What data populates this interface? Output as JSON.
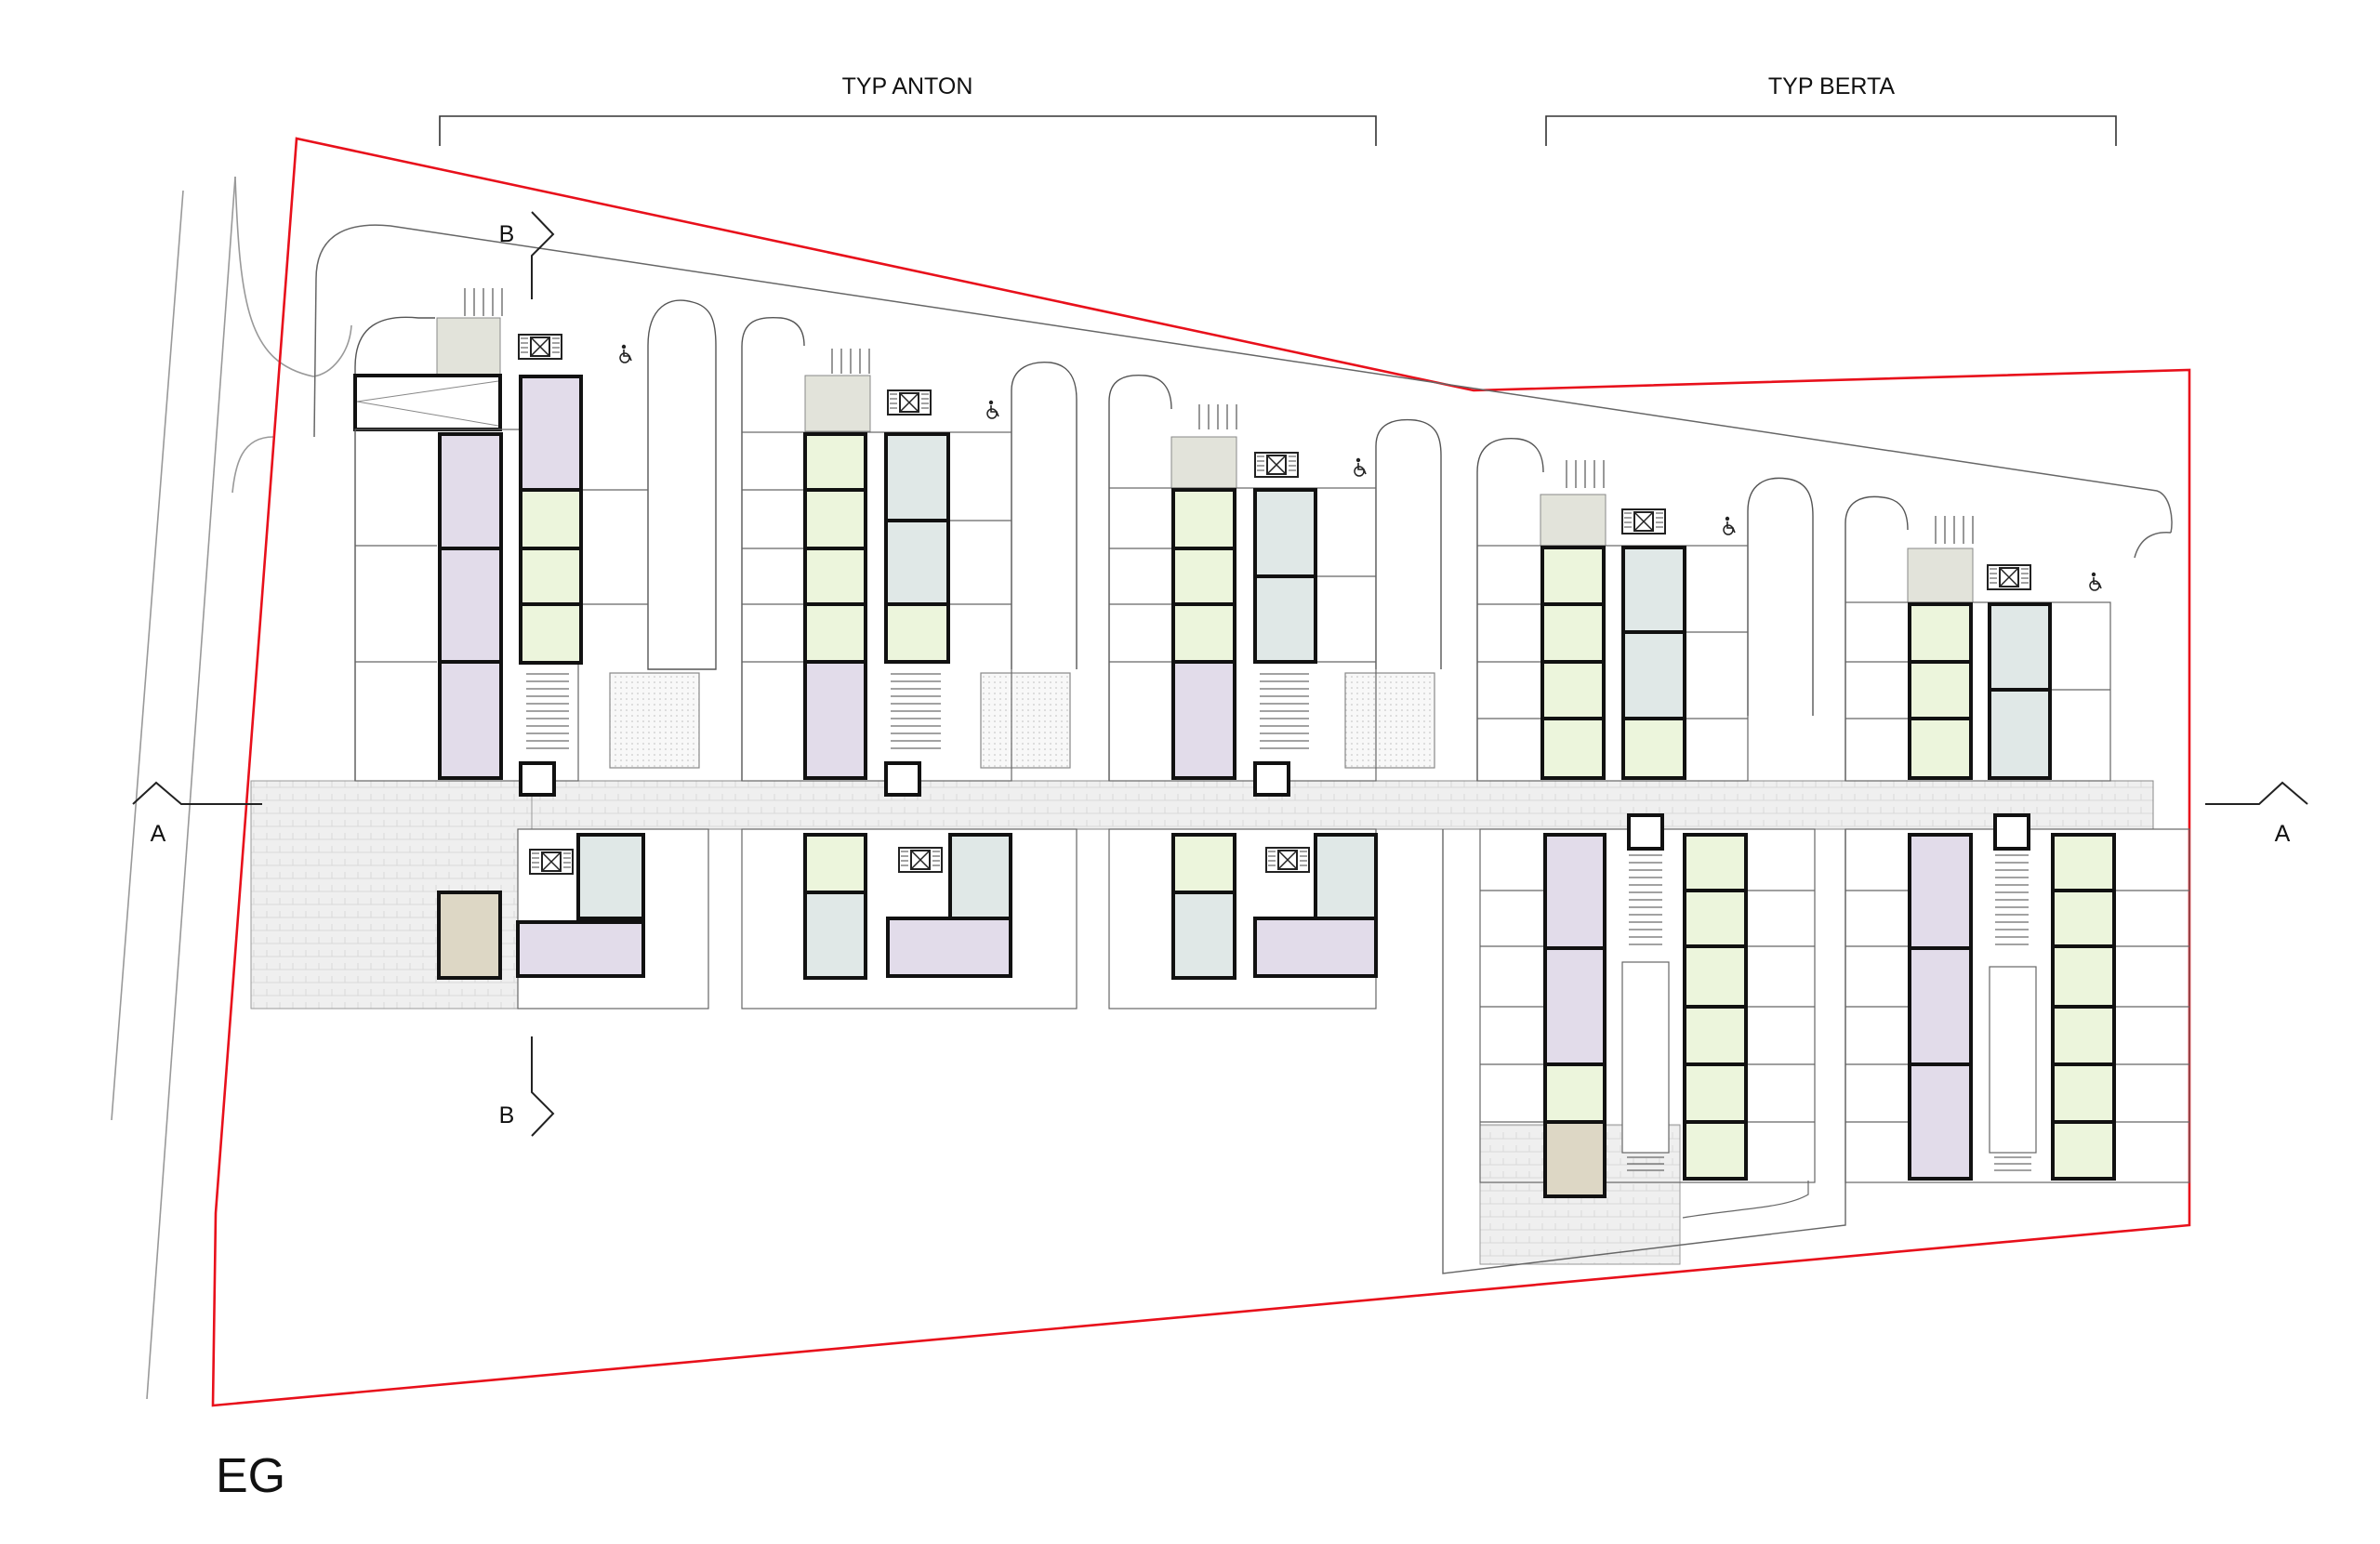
{
  "labels": {
    "typ_anton": "TYP ANTON",
    "typ_berta": "TYP BERTA",
    "section_a": "A",
    "section_b": "B",
    "floor": "EG"
  },
  "colors": {
    "boundary": "#e8101b",
    "lilac": "#e2dcea",
    "green": "#ecf5dc",
    "blue": "#e0e8e7",
    "sand": "#ddd7c5",
    "grey": "#e2e3da",
    "paving": "#eeeeee",
    "line": "#333333"
  },
  "icons": [
    "wheelchair-icon",
    "elevator-icon",
    "stair-icon"
  ]
}
